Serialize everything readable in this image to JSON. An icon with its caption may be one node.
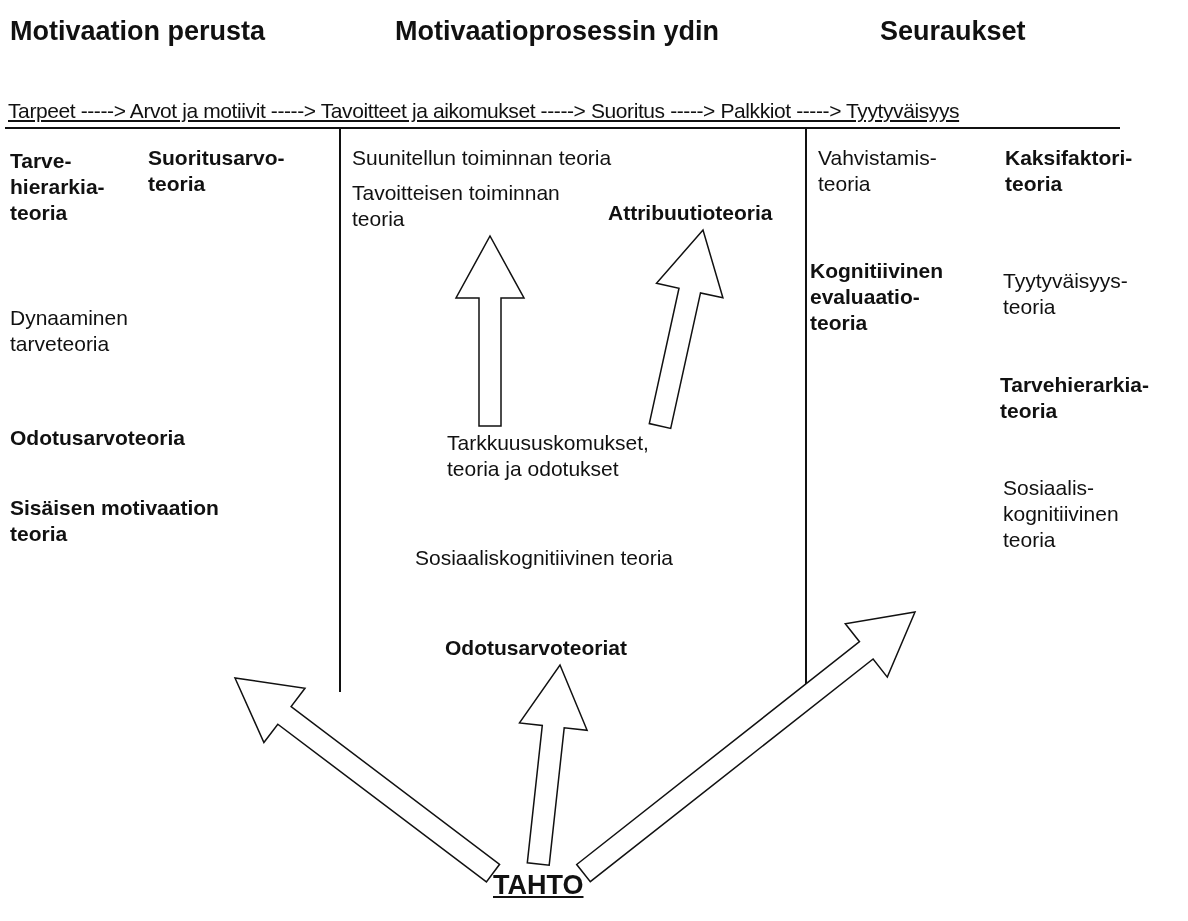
{
  "diagram": {
    "nodes": [
      {
        "text": [
          "Tavoitteisen toiminnan teoria"
        ]
      },
      {
        "text": [
          "Attribuutioteoria"
        ]
      },
      {
        "text": [
          "Tarkkuususkomukset, teoria ja odotukset"
        ]
      },
      {
        "text": [
          "Odotusarvoteoriat"
        ]
      },
      {
        "text": [
          "TAHTO"
        ]
      }
    ],
    "edges": [
      {
        "from": 2,
        "to": 0,
        "arrow": "to"
      },
      {
        "from": 2,
        "to": 1,
        "arrow": "to"
      },
      {
        "from": 4,
        "to": null,
        "arrow": "to"
      },
      {
        "from": 4,
        "to": 3,
        "arrow": "to"
      },
      {
        "from": 4,
        "to": null,
        "arrow": "to"
      }
    ],
    "labels": [
      "Motivaation perusta",
      "Motivaatioprosessin ydin",
      "Seuraukset",
      "Tarpeet -----> Arvot ja motiivit -----> Tavoitteet ja aikomukset -----> Suoritus -----> Palkkiot -----> Tyytyväisyys",
      "Tarve- hierarkia- teoria",
      "Suoritusarvo- teoria",
      "Suunitellun toiminnan teoria",
      "Vahvistamis- teoria",
      "Kaksifaktori- teoria",
      "Dynaaminen tarveteoria",
      "Kognitiivinen evaluaatio- teoria",
      "Tyytyväisyys- teoria",
      "Tarvehierarkia- teoria",
      "Odotusarvoteoria",
      "Sisäisen motivaation teoria",
      "Sosiaaliskognitiivinen teoria",
      "Sosiaalis- kognitiivinen teoria"
    ]
  }
}
